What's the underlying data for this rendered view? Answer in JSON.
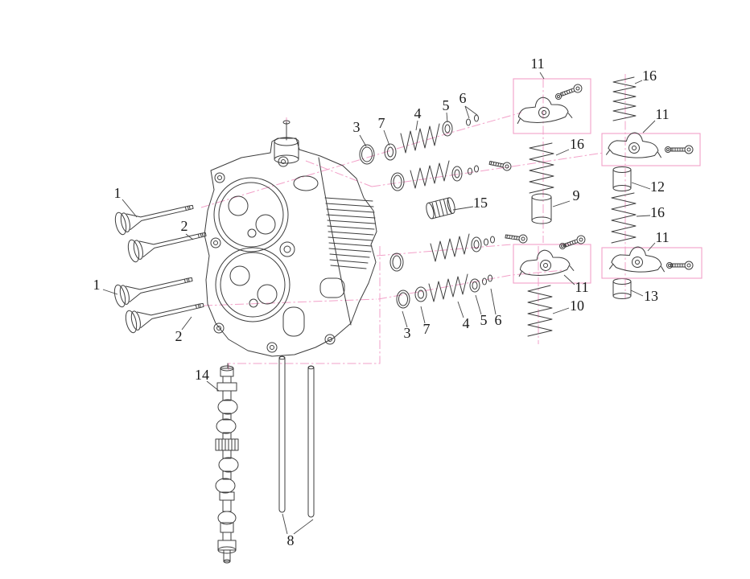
{
  "diagram": {
    "colors": {
      "accent": "#f2a0c8",
      "line": "#3d3d3d",
      "background": "#ffffff",
      "label": "#1a1a1a"
    },
    "callouts": [
      {
        "label": "1"
      },
      {
        "label": "2"
      },
      {
        "label": "1"
      },
      {
        "label": "2"
      },
      {
        "label": "3"
      },
      {
        "label": "7"
      },
      {
        "label": "4"
      },
      {
        "label": "5"
      },
      {
        "label": "6"
      },
      {
        "label": "11"
      },
      {
        "label": "16"
      },
      {
        "label": "16"
      },
      {
        "label": "11"
      },
      {
        "label": "9"
      },
      {
        "label": "12"
      },
      {
        "label": "16"
      },
      {
        "label": "15"
      },
      {
        "label": "11"
      },
      {
        "label": "3"
      },
      {
        "label": "7"
      },
      {
        "label": "4"
      },
      {
        "label": "5"
      },
      {
        "label": "6"
      },
      {
        "label": "11"
      },
      {
        "label": "10"
      },
      {
        "label": "13"
      },
      {
        "label": "14"
      },
      {
        "label": "8"
      }
    ]
  }
}
